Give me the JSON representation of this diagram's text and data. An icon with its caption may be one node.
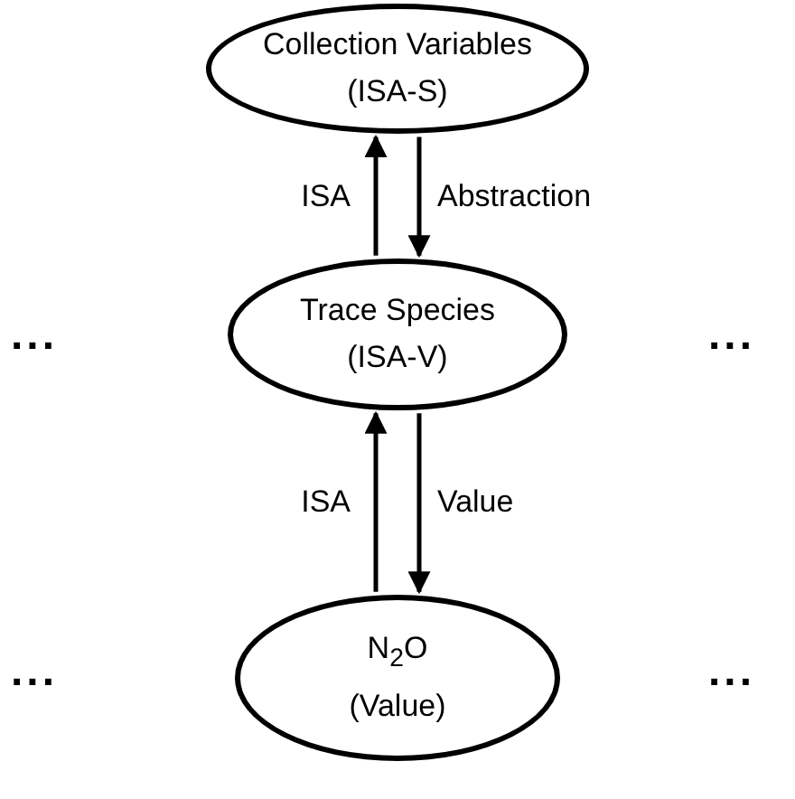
{
  "diagram": {
    "nodes": [
      {
        "text": [
          "Collection Variables",
          "(ISA-S)"
        ]
      },
      {
        "text": [
          "Trace Species",
          "(ISA-V)"
        ]
      },
      {
        "text": [
          "N$_{2}$O",
          "(Value)"
        ]
      }
    ],
    "edges": [
      {
        "from": 1,
        "to": 0,
        "arrow": "to",
        "label": "ISA"
      },
      {
        "from": 0,
        "to": 1,
        "arrow": "to",
        "label": "Abstraction"
      },
      {
        "from": 2,
        "to": 1,
        "arrow": "to",
        "label": "ISA"
      },
      {
        "from": 1,
        "to": 2,
        "arrow": "to",
        "label": "Value"
      }
    ],
    "labels": [
      "...",
      "...",
      "...",
      "..."
    ]
  }
}
